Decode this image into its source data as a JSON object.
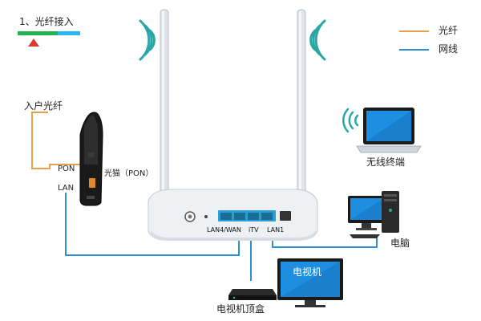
{
  "header": {
    "title": "1、光纤接入"
  },
  "legend": {
    "items": [
      {
        "label": "光纤",
        "color": "#e7a04a"
      },
      {
        "label": "网线",
        "color": "#2f8fd0"
      }
    ]
  },
  "devices": {
    "incoming_fiber": "入户光纤",
    "onu": {
      "name": "光猫（PON）",
      "port_pon": "PON",
      "port_lan": "LAN"
    },
    "router": {
      "ports_label_1": "LAN4/WAN",
      "ports_label_2": "iTV",
      "ports_label_3": "LAN1"
    },
    "laptop": "无线终端",
    "pc": "电脑",
    "tv_screen_text": "电视机",
    "stb": "电视机顶盒"
  },
  "colors": {
    "fiber": "#e7a04a",
    "ethernet": "#2f8fd0",
    "accent_green": "#22b14c",
    "accent_red": "#d83a2e",
    "wifi": "#2aa6a6"
  },
  "icons": {
    "wifi": "wifi-signal-icon",
    "router": "router-icon",
    "onu": "optical-modem-icon",
    "laptop": "laptop-icon",
    "pc": "desktop-pc-icon",
    "tv": "tv-icon",
    "stb": "set-top-box-icon"
  }
}
